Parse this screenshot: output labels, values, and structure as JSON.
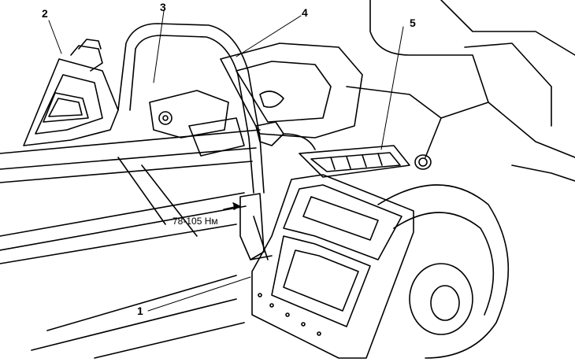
{
  "callouts": [
    {
      "id": "1",
      "label": "1"
    },
    {
      "id": "2",
      "label": "2"
    },
    {
      "id": "3",
      "label": "3"
    },
    {
      "id": "4",
      "label": "4"
    },
    {
      "id": "5",
      "label": "5"
    }
  ],
  "torque_label": "78-105 Нм",
  "colors": {
    "ink": "#000000",
    "paper": "#ffffff"
  }
}
